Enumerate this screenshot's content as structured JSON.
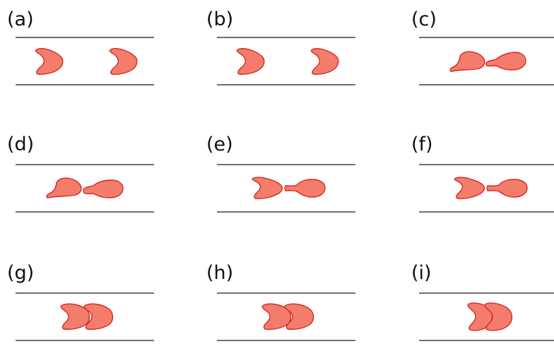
{
  "figure": {
    "panels": [
      {
        "id": "a",
        "label": "(a)",
        "config": "separated"
      },
      {
        "id": "b",
        "label": "(b)",
        "config": "separated"
      },
      {
        "id": "c",
        "label": "(c)",
        "config": "tethered"
      },
      {
        "id": "d",
        "label": "(d)",
        "config": "tethered"
      },
      {
        "id": "e",
        "label": "(e)",
        "config": "tethered"
      },
      {
        "id": "f",
        "label": "(f)",
        "config": "tethered"
      },
      {
        "id": "g",
        "label": "(g)",
        "config": "stacked"
      },
      {
        "id": "h",
        "label": "(h)",
        "config": "stacked"
      },
      {
        "id": "i",
        "label": "(i)",
        "config": "stacked"
      }
    ],
    "colors": {
      "cell_fill": "#f47c6c",
      "cell_outline": "#d42a20",
      "wall": "#1a1a1a",
      "label": "#111111"
    }
  }
}
